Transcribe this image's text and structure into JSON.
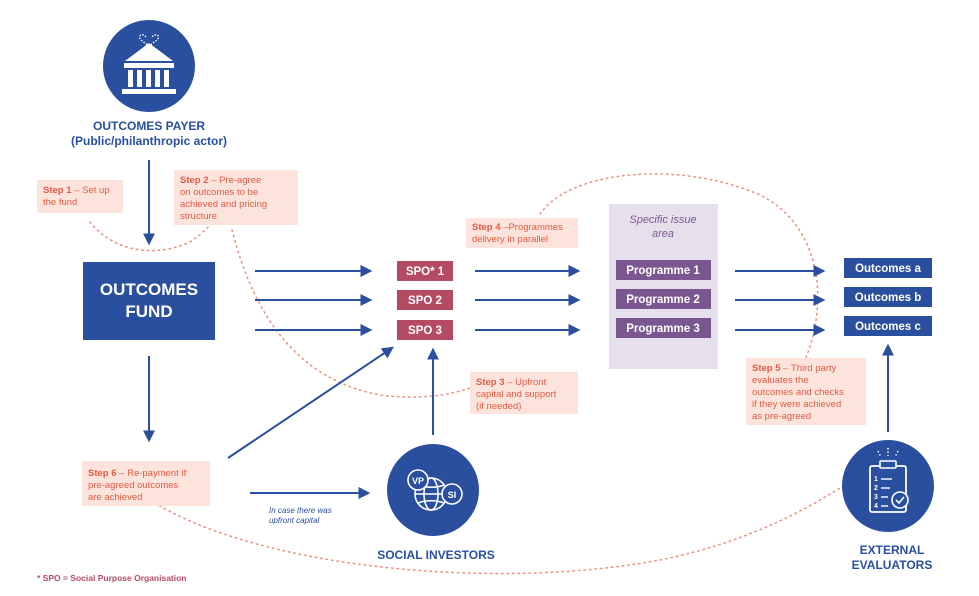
{
  "colors": {
    "blue": "#2A4F9E",
    "salmon_bg": "#FCE3DB",
    "salmon_text": "#E25C45",
    "spo_fill": "#B54A63",
    "purple_fill": "#7B5792",
    "lavender_bg": "#E6E0EC",
    "footnote": "#B54A63",
    "dotted": "#E8917F"
  },
  "payer": {
    "icon": "bank-building-icon",
    "title": "OUTCOMES PAYER",
    "subtitle": "(Public/philanthropic actor)"
  },
  "fund": {
    "line1": "OUTCOMES",
    "line2": "FUND"
  },
  "steps": {
    "step1": {
      "label": "Step 1",
      "lines": [
        " – Set up",
        "the fund"
      ]
    },
    "step2": {
      "label": "Step 2",
      "lines": [
        " – Pre-agree",
        "on outcomes to be",
        "achieved and pricing",
        "structure"
      ]
    },
    "step3": {
      "label": "Step 3",
      "lines": [
        " – Upfront",
        "capital and support",
        "(if needed)"
      ]
    },
    "step4": {
      "label": "Step 4",
      "lines": [
        " –Programmes",
        "delivery in parallel"
      ]
    },
    "step5": {
      "label": "Step 5",
      "lines": [
        " – Third party",
        "evaluates the",
        "outcomes and checks",
        "if they were achieved",
        "as pre-agreed"
      ]
    },
    "step6": {
      "label": "Step 6",
      "lines": [
        " – Re-payment if",
        "pre-agreed outcomes",
        "are achieved"
      ]
    }
  },
  "spos": [
    "SPO* 1",
    "SPO 2",
    "SPO 3"
  ],
  "issue_area": {
    "line1": "Specific issue",
    "line2": "area"
  },
  "programmes": [
    "Programme 1",
    "Programme 2",
    "Programme 3"
  ],
  "outcomes": [
    "Outcomes a",
    "Outcomes b",
    "Outcomes c"
  ],
  "investors": {
    "icon": "globe-vp-si-icon",
    "label": "SOCIAL INVESTORS",
    "badge_vp": "VP",
    "badge_si": "SI",
    "note_lines": [
      "In case there was",
      "upfront capital"
    ]
  },
  "evaluators": {
    "icon": "clipboard-checklist-icon",
    "line1": "EXTERNAL",
    "line2": "EVALUATORS",
    "list_numbers": [
      "1",
      "2",
      "3",
      "4"
    ]
  },
  "footnote": "* SPO = Social Purpose Organisation"
}
